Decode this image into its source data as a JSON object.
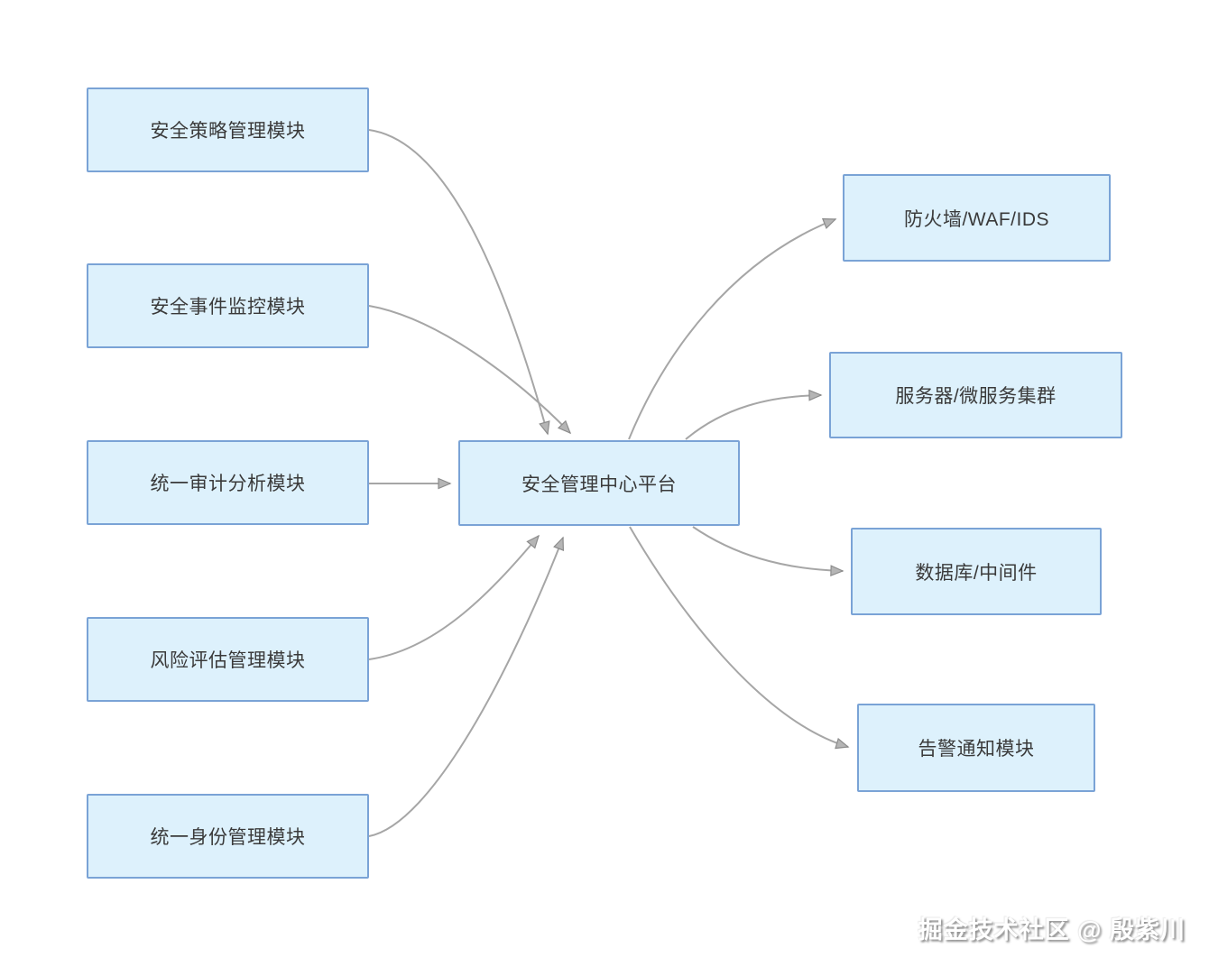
{
  "diagram": {
    "center_node": {
      "label": "安全管理中心平台"
    },
    "source_modules": [
      {
        "label": "安全策略管理模块"
      },
      {
        "label": "安全事件监控模块"
      },
      {
        "label": "统一审计分析模块"
      },
      {
        "label": "风险评估管理模块"
      },
      {
        "label": "统一身份管理模块"
      }
    ],
    "target_nodes": [
      {
        "label": "防火墙/WAF/IDS"
      },
      {
        "label": "服务器/微服务集群"
      },
      {
        "label": "数据库/中间件"
      },
      {
        "label": "告警通知模块"
      }
    ],
    "colors": {
      "node_fill": "#ddf1fc",
      "node_border": "#7aa3d6",
      "arrow": "#a6a6a6",
      "text": "#3a3a3a",
      "background": "#ffffff"
    },
    "watermark": "掘金技术社区 @ 殷紫川"
  }
}
